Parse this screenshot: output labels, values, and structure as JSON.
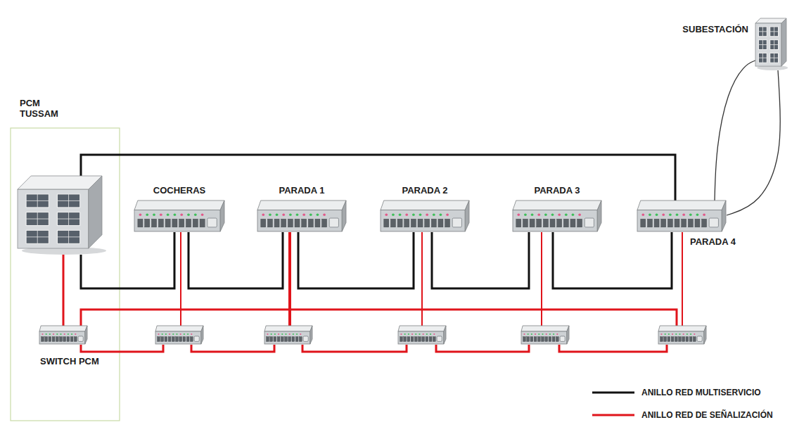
{
  "diagram": {
    "nodes": [
      {
        "text": [
          "PCM TUSSAM"
        ]
      },
      {
        "text": [
          "COCHERAS"
        ]
      },
      {
        "text": [
          "PARADA 1"
        ]
      },
      {
        "text": [
          "PARADA 2"
        ]
      },
      {
        "text": [
          "PARADA 3"
        ]
      },
      {
        "text": [
          "PARADA 4"
        ]
      },
      {
        "text": [
          "SUBESTACIÓN"
        ]
      },
      {
        "text": [
          "SWITCH PCM"
        ]
      }
    ],
    "edges": [
      {
        "from": 0,
        "to": 1,
        "arrow": "none"
      },
      {
        "from": 1,
        "to": 2,
        "arrow": "none"
      },
      {
        "from": 2,
        "to": 3,
        "arrow": "none"
      },
      {
        "from": 3,
        "to": 4,
        "arrow": "none"
      },
      {
        "from": 4,
        "to": 5,
        "arrow": "none"
      },
      {
        "from": 5,
        "to": 0,
        "arrow": "none"
      },
      {
        "from": 5,
        "to": 6,
        "arrow": "none"
      },
      {
        "from": 5,
        "to": 6,
        "arrow": "none"
      },
      {
        "from": 0,
        "to": 7,
        "arrow": "none"
      }
    ],
    "legend": [
      {
        "text": "ANILLO RED MULTISERVICIO"
      },
      {
        "text": "ANILLO RED DE SEÑALIZACIÓN"
      }
    ]
  }
}
